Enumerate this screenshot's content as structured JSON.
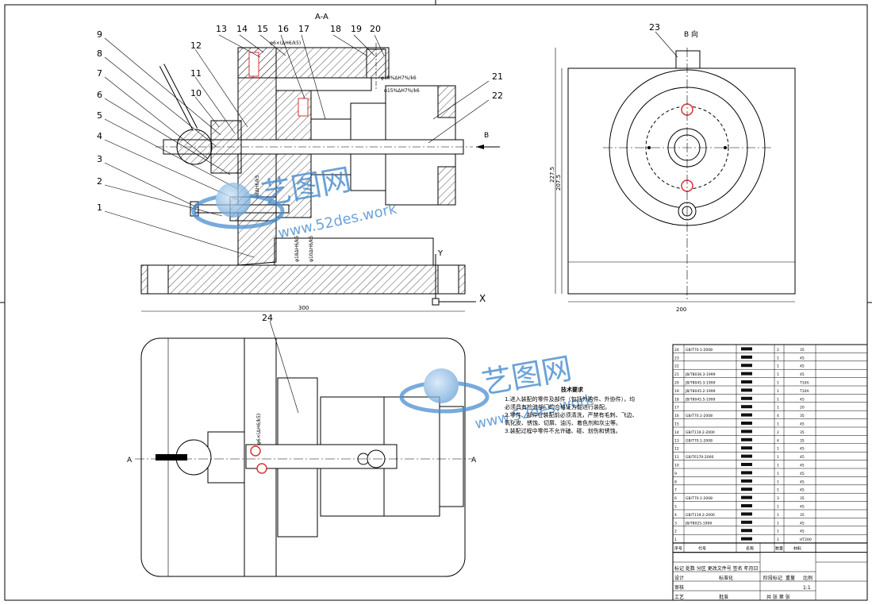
{
  "drawing": {
    "section_label": "A-A",
    "view_b_label": "B 向",
    "arrow_b_label": "B",
    "cut_label_left": "A",
    "cut_label_right": "A",
    "axis_y": "Y",
    "axis_x": "X",
    "dim_width_top": "300",
    "dim_width_right": "200",
    "dim_height_outer": "227.5",
    "dim_height_inner": "207.5",
    "fit_phi6": "φ6×(ΔH6/k5)",
    "fit_phi10a": "φ10%ΔH7%/k6",
    "fit_phi15": "φ15%ΔH7%/k6",
    "fit_phi18": "φ18ΔH6/k5",
    "fit_phi10b": "φ10ΔH6/k5",
    "fit_phi8": "φ8ΔH6/k5",
    "part_numbers_left": [
      "9",
      "8",
      "7",
      "6",
      "5",
      "4",
      "3",
      "2",
      "1"
    ],
    "part_numbers_top": [
      "13",
      "14",
      "15",
      "16",
      "17",
      "18",
      "19",
      "20"
    ],
    "part_numbers_mid": [
      "12",
      "11",
      "10"
    ],
    "part_numbers_right": [
      "21",
      "22"
    ],
    "part_23": "23",
    "part_24": "24"
  },
  "watermark": {
    "brand": "艺图网",
    "url": "www.52des.work"
  },
  "tech_requirements": {
    "title": "技术要求",
    "lines": [
      "1.进入装配的零件及部件（包括外购件、外协件），均",
      "必须具有检验部门的合格证方能进行装配。",
      "2.零件、部件在装配前必须清洗，严禁有毛刺、飞边、",
      "氧化皮、锈蚀、切屑、油污、着色剂和灰尘等。",
      "3.装配过程中零件不允许磕、碰、划伤和锈蚀。"
    ]
  },
  "bom": {
    "rows": [
      {
        "no": "24",
        "code": "GB/T70.1-2008",
        "qty": "2",
        "mat": "35"
      },
      {
        "no": "23",
        "code": "",
        "qty": "1",
        "mat": "45"
      },
      {
        "no": "22",
        "code": "",
        "qty": "1",
        "mat": "45"
      },
      {
        "no": "21",
        "code": "JB/T8036.3-1999",
        "qty": "1",
        "mat": "45"
      },
      {
        "no": "20",
        "code": "JB/T8045.3-1999",
        "qty": "1",
        "mat": "T10A"
      },
      {
        "no": "19",
        "code": "JB/T8045.2-1999",
        "qty": "1",
        "mat": "T10A"
      },
      {
        "no": "18",
        "code": "JB/T8045.5-1999",
        "qty": "1",
        "mat": "45"
      },
      {
        "no": "17",
        "code": "",
        "qty": "1",
        "mat": "20"
      },
      {
        "no": "16",
        "code": "GB/T70.1-2008",
        "qty": "4",
        "mat": "35"
      },
      {
        "no": "15",
        "code": "",
        "qty": "1",
        "mat": "45"
      },
      {
        "no": "14",
        "code": "GB/T119.2-2000",
        "qty": "2",
        "mat": "35"
      },
      {
        "no": "13",
        "code": "GB/T70.1-2008",
        "qty": "4",
        "mat": "35"
      },
      {
        "no": "12",
        "code": "",
        "qty": "1",
        "mat": "45"
      },
      {
        "no": "11",
        "code": "GB/T6170-2000",
        "qty": "1",
        "mat": "45"
      },
      {
        "no": "10",
        "code": "",
        "qty": "1",
        "mat": "45"
      },
      {
        "no": "9",
        "code": "",
        "qty": "1",
        "mat": "45"
      },
      {
        "no": "8",
        "code": "",
        "qty": "1",
        "mat": "45"
      },
      {
        "no": "7",
        "code": "",
        "qty": "1",
        "mat": "45"
      },
      {
        "no": "6",
        "code": "GB/T70.1-2008",
        "qty": "3",
        "mat": "35"
      },
      {
        "no": "5",
        "code": "",
        "qty": "1",
        "mat": "45"
      },
      {
        "no": "4",
        "code": "GB/T119.2-2000",
        "qty": "1",
        "mat": "35"
      },
      {
        "no": "3",
        "code": "JB/T8025-1999",
        "qty": "1",
        "mat": "45"
      },
      {
        "no": "2",
        "code": "",
        "qty": "1",
        "mat": "45"
      },
      {
        "no": "1",
        "code": "",
        "qty": "1",
        "mat": "HT200"
      }
    ],
    "header": {
      "no": "序号",
      "code": "代号",
      "name": "名称",
      "qty": "数量",
      "mat": "材料"
    },
    "title_block": {
      "designer": "设计",
      "standard": "标准化",
      "review": "审核",
      "process": "工艺",
      "approve": "批准",
      "stage": "阶段标记",
      "weight": "重量",
      "scale": "比例",
      "scale_value": "1:1",
      "sheet": "共 张 第 张",
      "marks": "标记 处数 分区 更改文件号 签名 年月日"
    }
  }
}
